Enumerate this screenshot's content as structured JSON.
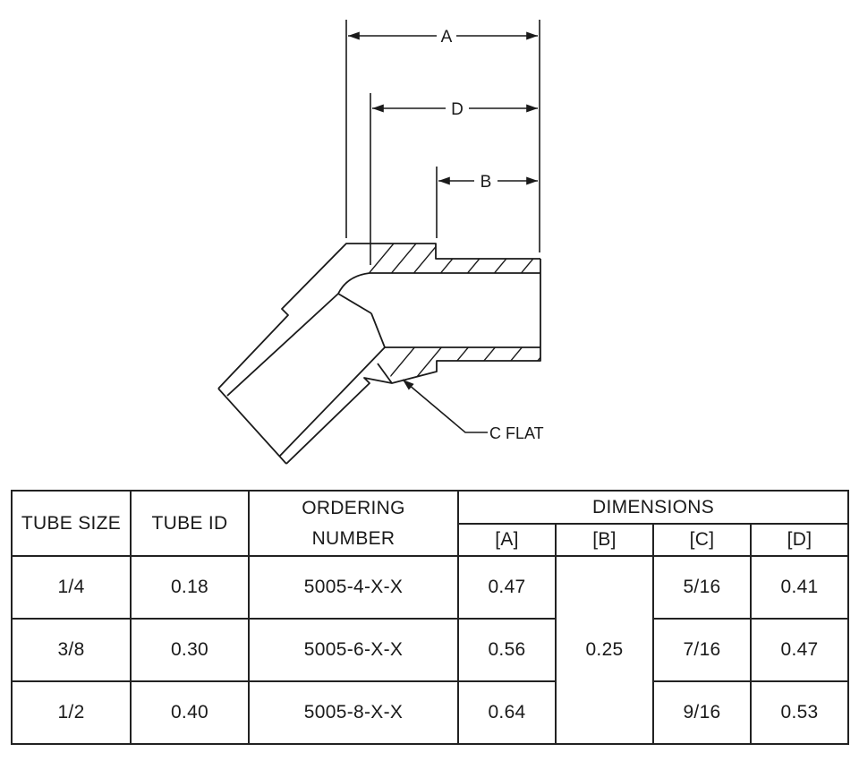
{
  "drawing": {
    "dimension_labels": {
      "a": "A",
      "d": "D",
      "b": "B"
    },
    "callout": "C FLAT"
  },
  "table": {
    "headers": {
      "tube_size": "TUBE SIZE",
      "tube_id": "TUBE ID",
      "ordering_line1": "ORDERING",
      "ordering_line2": "NUMBER",
      "dimensions": "DIMENSIONS",
      "col_a": "[A]",
      "col_b": "[B]",
      "col_c": "[C]",
      "col_d": "[D]"
    },
    "b_value": "0.25",
    "rows": [
      {
        "tube_size": "1/4",
        "tube_id": "0.18",
        "ordering_number": "5005-4-X-X",
        "a": "0.47",
        "c": "5/16",
        "d": "0.41"
      },
      {
        "tube_size": "3/8",
        "tube_id": "0.30",
        "ordering_number": "5005-6-X-X",
        "a": "0.56",
        "c": "7/16",
        "d": "0.47"
      },
      {
        "tube_size": "1/2",
        "tube_id": "0.40",
        "ordering_number": "5005-8-X-X",
        "a": "0.64",
        "c": "9/16",
        "d": "0.53"
      }
    ]
  }
}
